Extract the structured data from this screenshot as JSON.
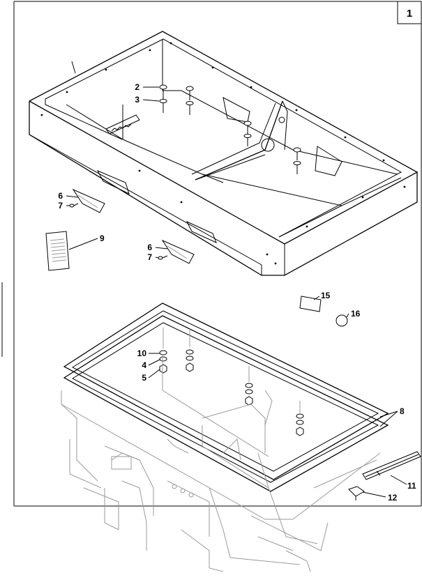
{
  "diagram": {
    "sheet_number": "1",
    "callouts": [
      {
        "id": "c2",
        "label": "2"
      },
      {
        "id": "c3",
        "label": "3"
      },
      {
        "id": "c6a",
        "label": "6"
      },
      {
        "id": "c7a",
        "label": "7"
      },
      {
        "id": "c9",
        "label": "9"
      },
      {
        "id": "c6b",
        "label": "6"
      },
      {
        "id": "c7b",
        "label": "7"
      },
      {
        "id": "c15",
        "label": "15"
      },
      {
        "id": "c16",
        "label": "16"
      },
      {
        "id": "c10",
        "label": "10"
      },
      {
        "id": "c4",
        "label": "4"
      },
      {
        "id": "c5",
        "label": "5"
      },
      {
        "id": "c8",
        "label": "8"
      },
      {
        "id": "c11",
        "label": "11"
      },
      {
        "id": "c12",
        "label": "12"
      }
    ]
  }
}
